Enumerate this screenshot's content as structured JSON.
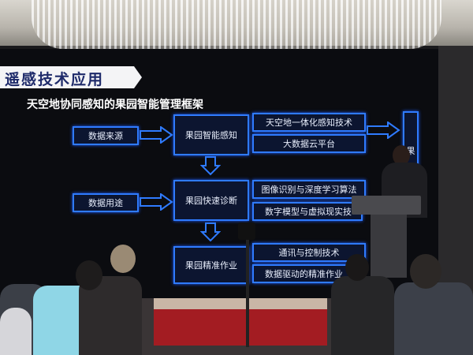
{
  "slide": {
    "section_banner": "遥感技术应用",
    "title": "天空地协同感知的果园智能管理框架",
    "inputs": [
      "数据来源",
      "数据用途"
    ],
    "stages": [
      "果园智能感知",
      "果园快速诊断",
      "果园精准作业"
    ],
    "technologies": [
      [
        "天空地一体化感知技术",
        "大数据云平台"
      ],
      [
        "图像识别与深度学习算法",
        "数字模型与虚拟现实技"
      ],
      [
        "通讯与控制技术",
        "数据驱动的精准作业"
      ]
    ],
    "right_box_label": "果"
  },
  "colors": {
    "box_border": "#2f7bff",
    "banner_text": "#1e2a6a",
    "stage": "#a31c22"
  }
}
